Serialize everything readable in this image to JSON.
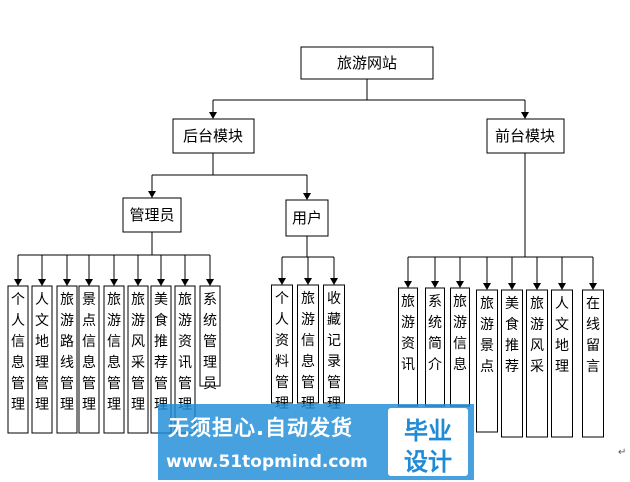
{
  "diagram": {
    "root": "旅游网站",
    "backend": "后台模块",
    "frontend": "前台模块",
    "admin": "管理员",
    "user": "用户",
    "admin_items": [
      "个人信息管理",
      "人文地理管理",
      "旅游路线管理",
      "景点信息管理",
      "旅游信息管理",
      "旅游风采管理",
      "美食推荐管理",
      "旅游资讯管理",
      "系统管理员"
    ],
    "user_items": [
      "个人资料管理",
      "旅游信息管理",
      "收藏记录管理"
    ],
    "front_items": [
      "旅游资讯",
      "系统简介",
      "旅游信息",
      "旅游景点",
      "美食推荐",
      "旅游风采",
      "人文地理",
      "在线留言"
    ]
  },
  "watermark": {
    "line1": "无须担心.自动发货",
    "line2": "www.51topmind.com",
    "badge_line1": "毕业",
    "badge_line2": "设计"
  },
  "corner_mark": "↵"
}
